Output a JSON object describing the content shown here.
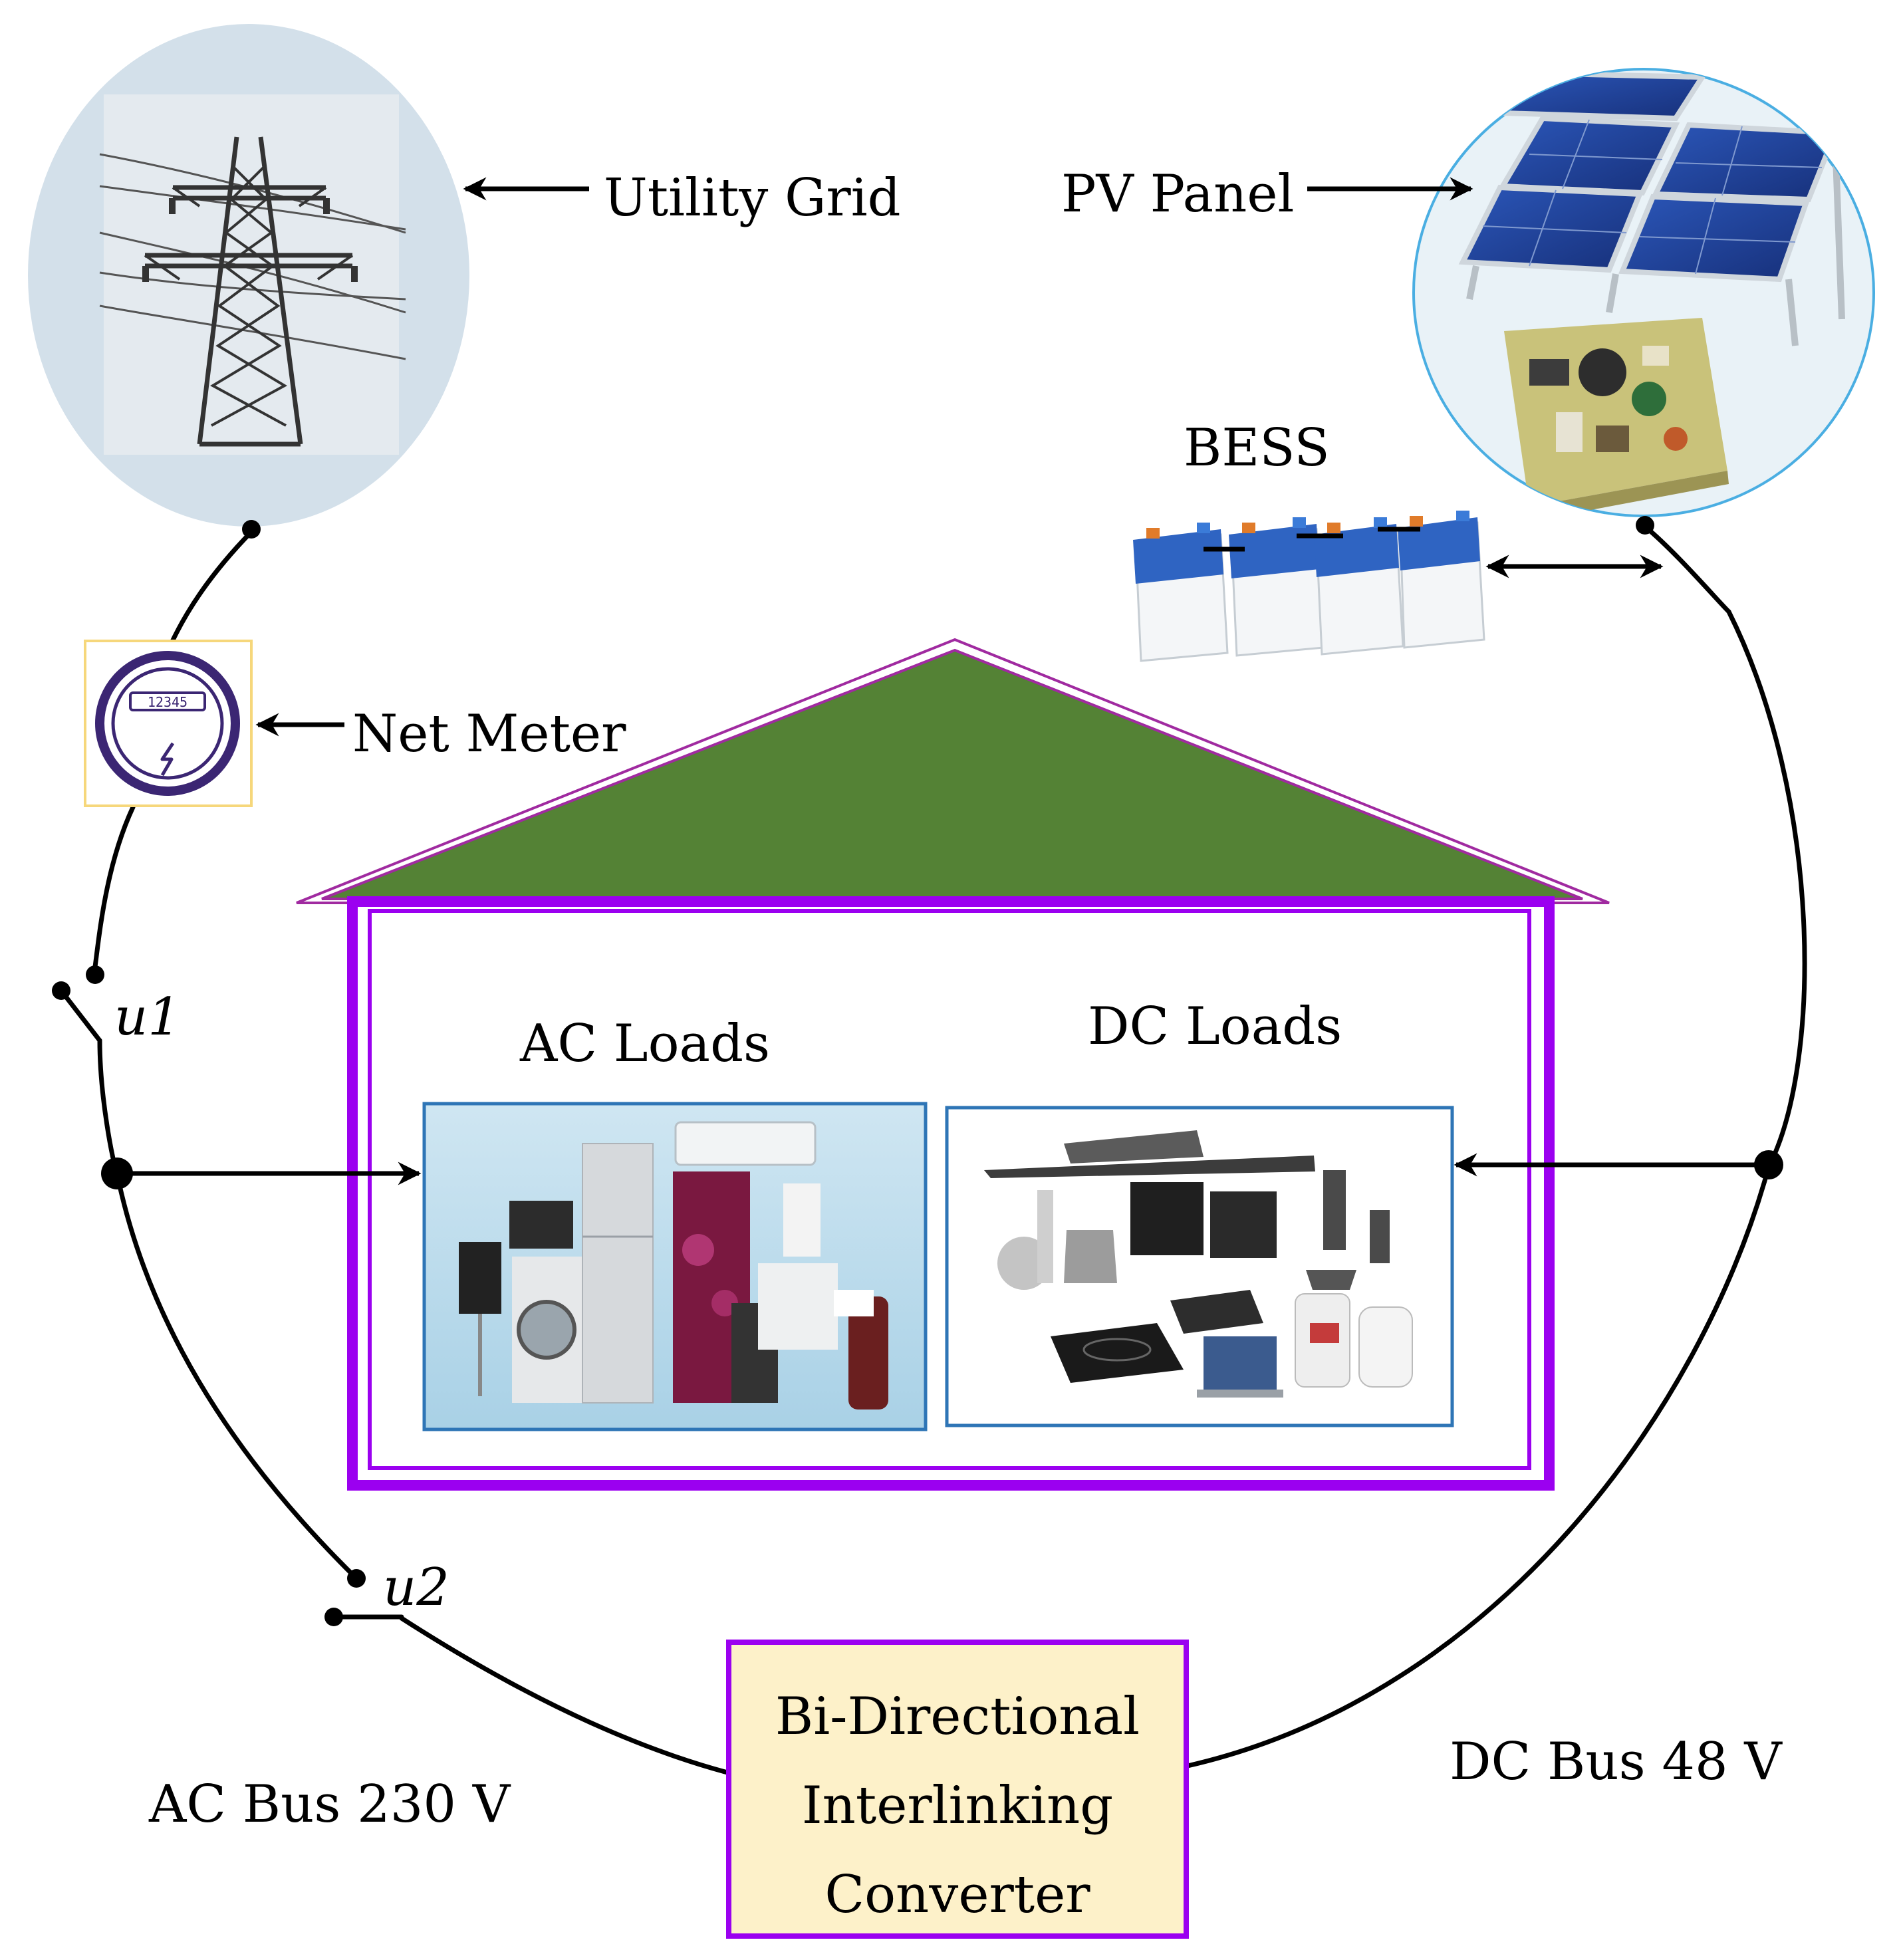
{
  "labels": {
    "utility_grid": "Utility Grid",
    "pv_panel": "PV Panel",
    "bess": "BESS",
    "net_meter": "Net Meter",
    "switch_u1": "u1",
    "switch_u2": "u2",
    "ac_loads": "AC Loads",
    "dc_loads": "DC Loads",
    "ac_bus": "AC Bus 230 V",
    "dc_bus": "DC Bus 48 V",
    "converter_line1": "Bi-Directional",
    "converter_line2": "Interlinking",
    "converter_line3": "Converter"
  },
  "meter_display": "12345",
  "colors": {
    "roof": "#548235",
    "roof_outline": "#a02aa0",
    "house_frame": "#9b00f0",
    "converter_fill": "#fdf1c9",
    "converter_border": "#9b00f0",
    "meter_frame": "#f6d77b",
    "meter_icon": "#3b2673",
    "load_box_border": "#2e75b6",
    "grid_circle": "#d3e0ea",
    "pv_circle_border": "#4aaee2"
  },
  "icons": {
    "grid": "transmission-tower-icon",
    "pv": "solar-panel-icon",
    "board": "power-board-icon",
    "battery": "battery-icon",
    "meter": "electric-meter-icon"
  }
}
